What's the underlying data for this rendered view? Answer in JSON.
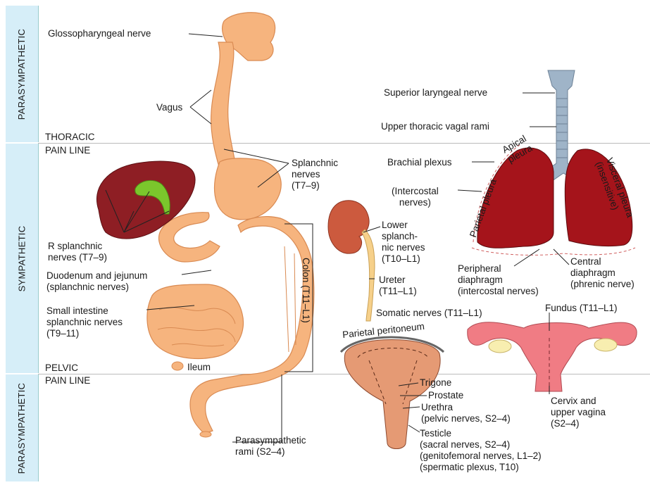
{
  "sidebar": {
    "top": "PARASYMPATHETIC",
    "middle": "SYMPATHETIC",
    "bottom": "PARASYMPATHETIC"
  },
  "divider_labels": {
    "thoracic": "THORACIC",
    "pain_line_1": "PAIN LINE",
    "pelvic": "PELVIC",
    "pain_line_2": "PAIN LINE"
  },
  "labels": {
    "glossopharyngeal": "Glossopharyngeal nerve",
    "vagus": "Vagus",
    "splanchnic": "Splanchnic\nnerves\n(T7–9)",
    "r_splanchnic": "R splanchnic\nnerves (T7–9)",
    "duodenum": "Duodenum and jejunum\n(splanchnic nerves)",
    "small_intestine": "Small intestine\nsplanchnic nerves\n(T9–11)",
    "ileum": "Ileum",
    "colon": "Colon (T11–L1)",
    "parasympathetic_rami": "Parasympathetic\nrami (S2–4)",
    "lower_splanchnic": "Lower\nsplanch-\nnic nerves\n(T10–L1)",
    "ureter": "Ureter\n(T11–L1)",
    "somatic": "Somatic nerves (T11–L1)",
    "parietal_peritoneum": "Parietal peritoneum",
    "trigone": "Trigone",
    "prostate": "Prostate",
    "urethra": "Urethra\n(pelvic nerves, S2–4)",
    "testicle": "Testicle\n(sacral nerves, S2–4)\n(genitofemoral nerves, L1–2)\n(spermatic plexus, T10)",
    "superior_laryngeal": "Superior laryngeal nerve",
    "upper_thoracic": "Upper thoracic vagal rami",
    "brachial_plexus": "Brachial plexus",
    "intercostal": "(Intercostal\nnerves)",
    "apical_pleura": "Apical\npleura",
    "parietal_pleura": "Parietal pleura",
    "visceral_pleura": "Visceral pleura\n(insensitive)",
    "peripheral_diaphragm": "Peripheral\ndiaphragm\n(intercostal nerves)",
    "central_diaphragm": "Central\ndiaphragm\n(phrenic nerve)",
    "fundus": "Fundus (T11–L1)",
    "cervix": "Cervix and\nupper vagina\n(S2–4)"
  },
  "colors": {
    "band": "#d6eef8",
    "gut": "#f6b47e",
    "gut_stroke": "#d98a52",
    "lung": "#a5141b",
    "liver": "#8e1e24",
    "gallbladder": "#7bc62c",
    "trachea": "#9fb4c8",
    "uterus": "#f07c84",
    "kidney": "#cc5a3e",
    "bladder": "#e59a74"
  }
}
